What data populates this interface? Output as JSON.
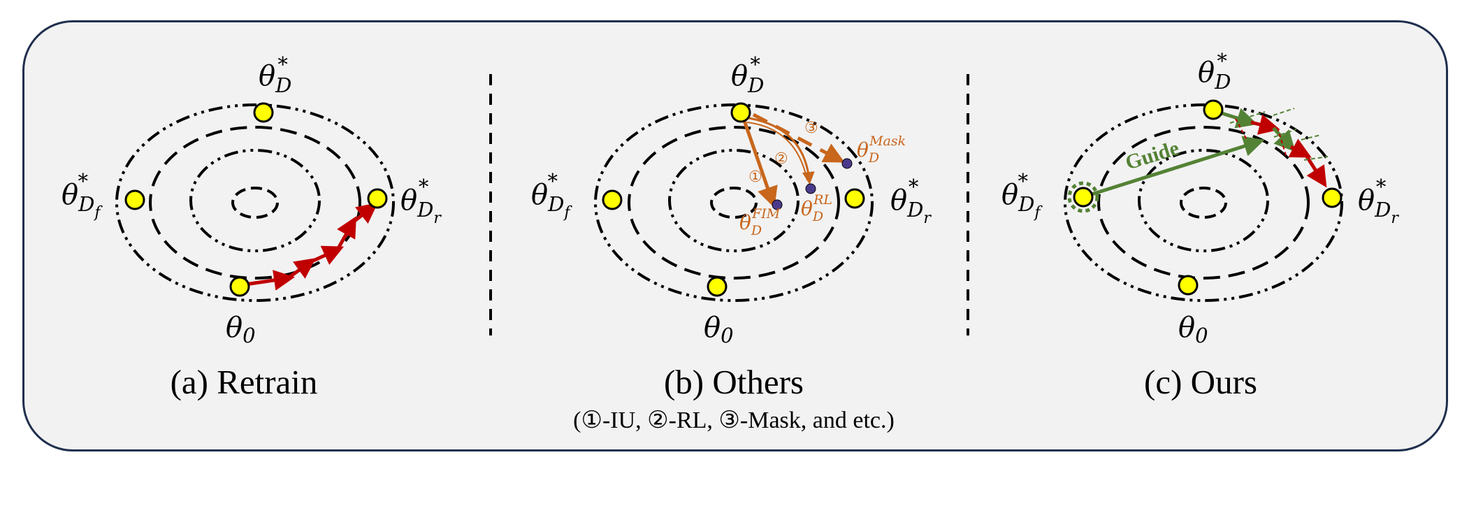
{
  "panels": [
    {
      "caption": "(a) Retrain",
      "labels": {
        "theta_d_main": "θ",
        "theta_d_sub": "D",
        "theta_d_sup": "*",
        "theta_f_main": "θ",
        "theta_f_sub": "D",
        "theta_f_subsub": "f",
        "theta_f_sup": "*",
        "theta_r_main": "θ",
        "theta_r_sub": "D",
        "theta_r_subsub": "r",
        "theta_r_sup": "*",
        "theta_0_main": "θ",
        "theta_0_sub": "0"
      }
    },
    {
      "caption": "(b) Others",
      "note": "(①-IU, ②-RL, ③-Mask, and etc.)",
      "labels": {
        "theta_d_main": "θ",
        "theta_d_sub": "D",
        "theta_d_sup": "*",
        "theta_f_main": "θ",
        "theta_f_sub": "D",
        "theta_f_subsub": "f",
        "theta_f_sup": "*",
        "theta_r_main": "θ",
        "theta_r_sub": "D",
        "theta_r_subsub": "r",
        "theta_r_sup": "*",
        "theta_0_main": "θ",
        "theta_0_sub": "0",
        "fim_main": "θ",
        "fim_sub": "D",
        "fim_sup": "FIM",
        "rl_main": "θ",
        "rl_sub": "D",
        "rl_sup": "RL",
        "mask_main": "θ",
        "mask_sub": "D",
        "mask_sup": "Mask",
        "circle_1": "①",
        "circle_2": "②",
        "circle_3": "③"
      }
    },
    {
      "caption": "(c) Ours",
      "guide": "Guide",
      "labels": {
        "theta_d_main": "θ",
        "theta_d_sub": "D",
        "theta_d_sup": "*",
        "theta_f_main": "θ",
        "theta_f_sub": "D",
        "theta_f_subsub": "f",
        "theta_f_sup": "*",
        "theta_r_main": "θ",
        "theta_r_sub": "D",
        "theta_r_subsub": "r",
        "theta_r_sup": "*",
        "theta_0_main": "θ",
        "theta_0_sub": "0"
      }
    }
  ],
  "colors": {
    "frame_border": "#1f2f4e",
    "frame_fill": "#f2f2f2",
    "node_fill": "#ffff00",
    "retrain_path": "#c00000",
    "others_path": "#c8661c",
    "ours_guide": "#548235",
    "ours_path": "#c00000",
    "target_dot": "#4b3a8c"
  }
}
